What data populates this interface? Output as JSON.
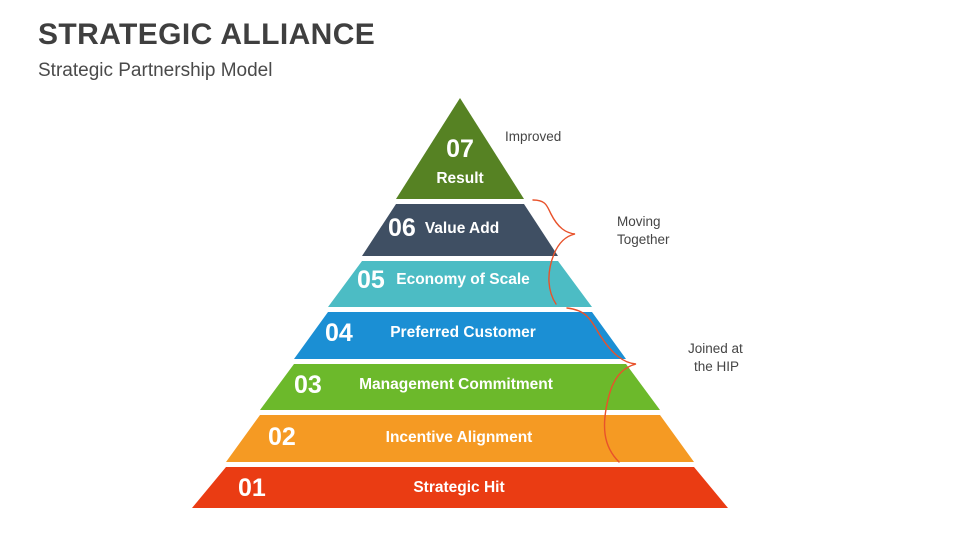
{
  "header": {
    "title": "STRATEGIC ALLIANCE",
    "subtitle": "Strategic Partnership Model"
  },
  "chart_data": {
    "type": "pyramid",
    "title": "STRATEGIC ALLIANCE",
    "subtitle": "Strategic Partnership Model",
    "orientation": "bottom-wide",
    "levels": [
      {
        "number": "07",
        "label": "Result",
        "color": "#568223",
        "position": 7
      },
      {
        "number": "06",
        "label": "Value Add",
        "color": "#3f4f63",
        "position": 6
      },
      {
        "number": "05",
        "label": "Economy of Scale",
        "color": "#4cbcc4",
        "position": 5
      },
      {
        "number": "04",
        "label": "Preferred Customer",
        "color": "#1b8fd4",
        "position": 4
      },
      {
        "number": "03",
        "label": "Management Commitment",
        "color": "#6cb92b",
        "position": 3
      },
      {
        "number": "02",
        "label": "Incentive Alignment",
        "color": "#f59a23",
        "position": 2
      },
      {
        "number": "01",
        "label": "Strategic Hit",
        "color": "#ea3c13",
        "position": 1
      }
    ],
    "annotations": [
      {
        "text": "Improved",
        "line1": "Improved",
        "line2": "",
        "covers": [
          "07"
        ]
      },
      {
        "text": "Moving Together",
        "line1": "Moving",
        "line2": "Together",
        "covers": [
          "06",
          "05"
        ]
      },
      {
        "text": "Joined at the HIP",
        "line1": "Joined at",
        "line2": "the HIP",
        "covers": [
          "04",
          "03",
          "02",
          "01"
        ]
      }
    ],
    "brace_color": "#e8522b"
  }
}
